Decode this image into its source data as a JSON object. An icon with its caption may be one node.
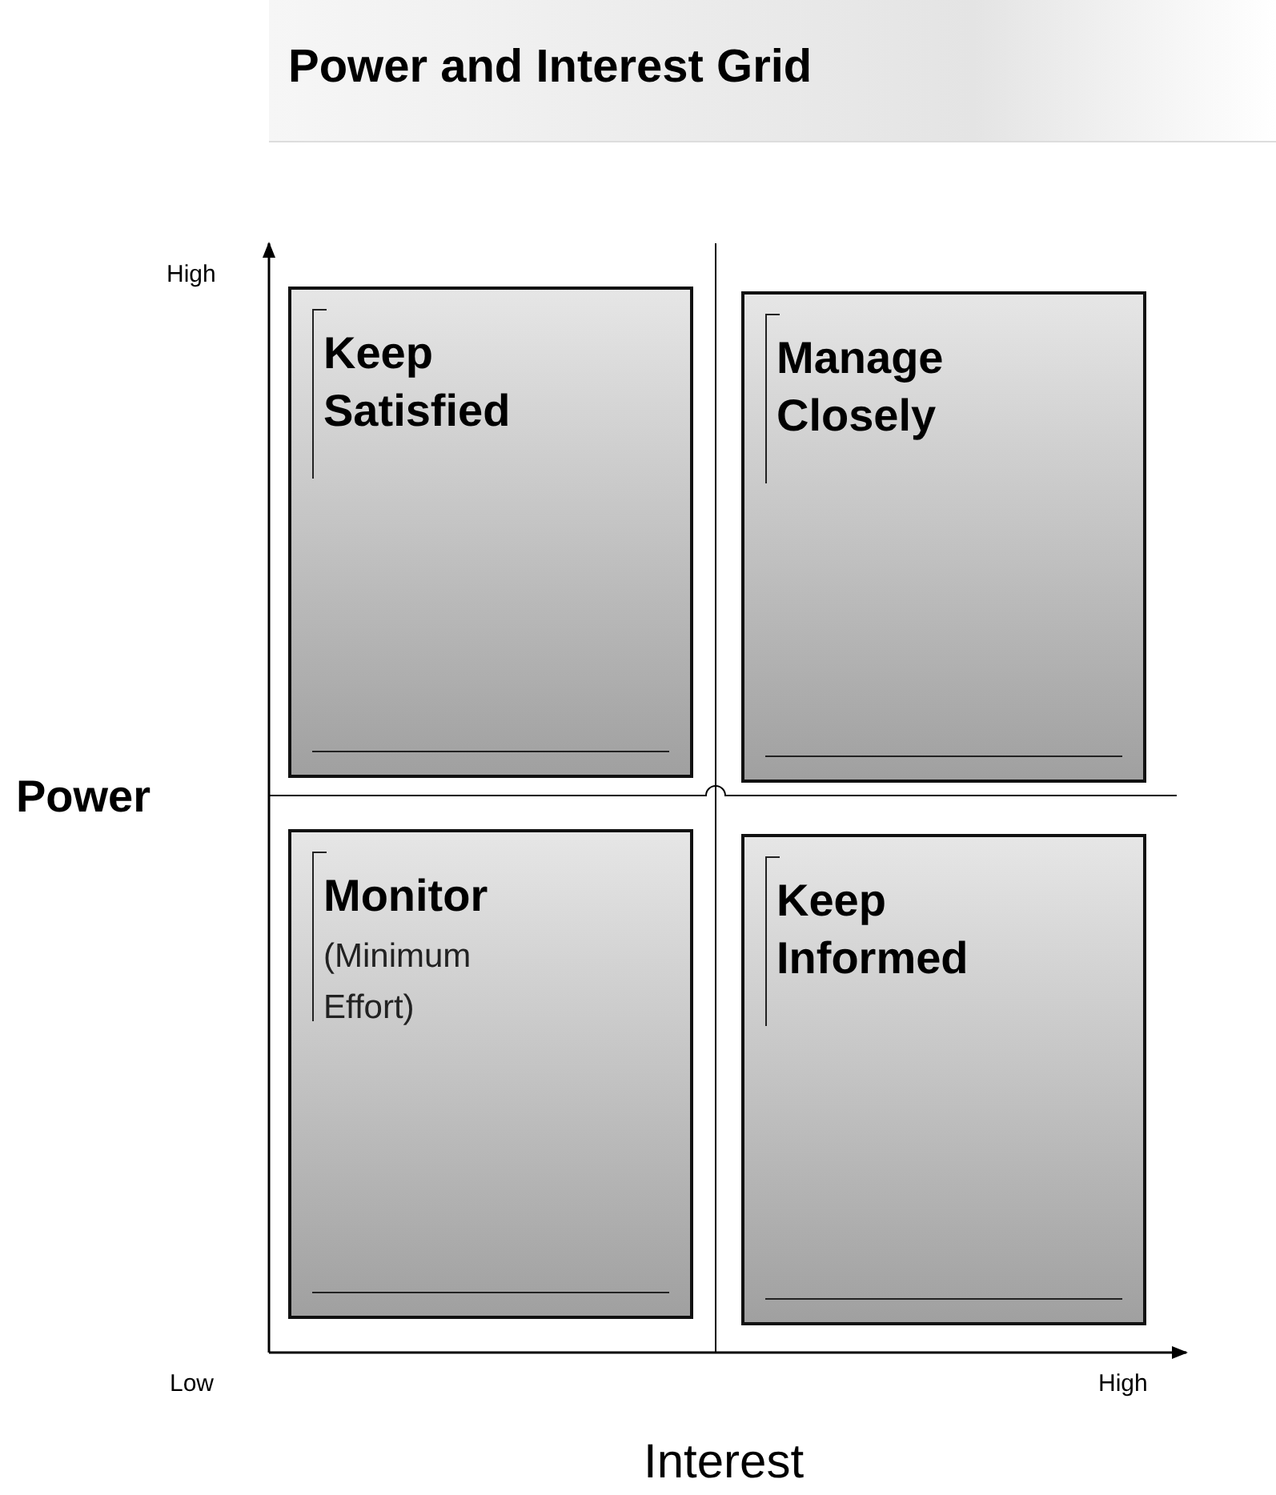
{
  "diagram": {
    "title": "Power and Interest Grid",
    "nodes": [
      {
        "text": [
          "Keep Satisfied"
        ]
      },
      {
        "text": [
          "Manage Closely"
        ]
      },
      {
        "text": [
          "Monitor",
          "(Minimum Effort)"
        ]
      },
      {
        "text": [
          "Keep Informed"
        ]
      }
    ],
    "labels": [
      "High",
      "Power",
      "Low",
      "High",
      "Interest"
    ]
  }
}
